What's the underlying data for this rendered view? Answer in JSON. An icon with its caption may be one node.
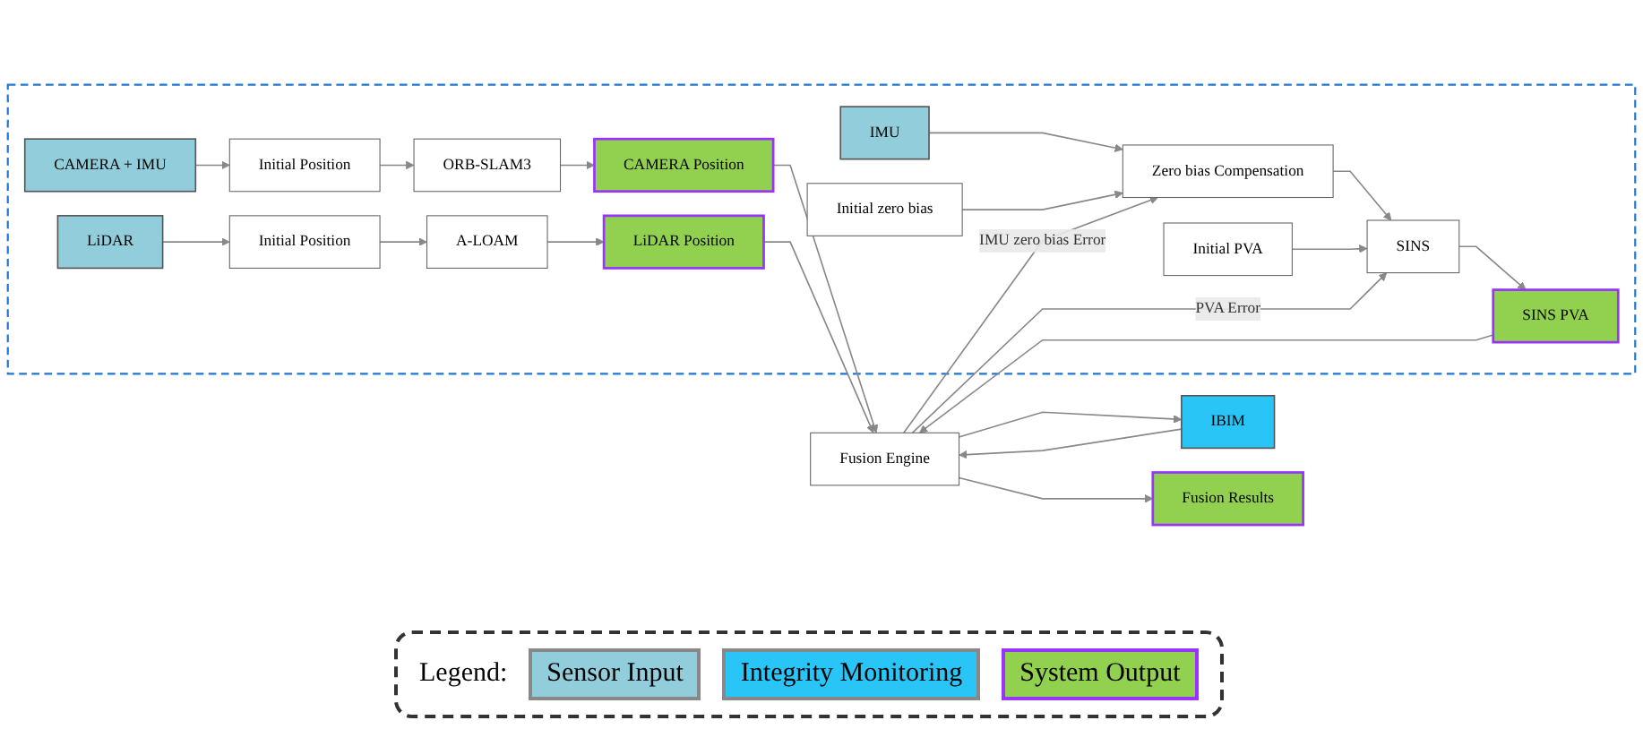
{
  "diagram": {
    "nodes": [
      {
        "text": [],
        "shape": "box"
      },
      {
        "text": [
          "CAMERA + IMU"
        ],
        "in": 0
      },
      {
        "text": [
          "Initial Position"
        ],
        "in": 0
      },
      {
        "text": [
          "ORB-SLAM3"
        ],
        "in": 0
      },
      {
        "text": [
          "CAMERA Position"
        ],
        "in": 0
      },
      {
        "text": [
          "LiDAR"
        ],
        "in": 0
      },
      {
        "text": [
          "Initial Position"
        ],
        "in": 0
      },
      {
        "text": [
          "A-LOAM"
        ],
        "in": 0
      },
      {
        "text": [
          "LiDAR Position"
        ],
        "in": 0
      },
      {
        "text": [
          "IMU"
        ],
        "in": 0
      },
      {
        "text": [
          "Zero bias Compensation"
        ],
        "in": 0
      },
      {
        "text": [
          "SINS"
        ],
        "in": 0
      },
      {
        "text": [
          "SINS  PVA"
        ],
        "in": 0
      },
      {
        "text": [
          "Initial zero bias"
        ],
        "in": 0
      },
      {
        "text": [
          "Initial PVA"
        ],
        "in": 0
      },
      {
        "text": [
          "IBIM"
        ]
      },
      {
        "text": [
          "Fusion Engine"
        ]
      },
      {
        "text": [
          "Fusion Results"
        ]
      }
    ],
    "edges": [
      {
        "from": 1,
        "to": 2,
        "arrow": "to"
      },
      {
        "from": 2,
        "to": 3,
        "arrow": "to"
      },
      {
        "from": 3,
        "to": 4,
        "arrow": "to"
      },
      {
        "from": 4,
        "to": 16,
        "arrow": "to"
      },
      {
        "from": 5,
        "to": 6,
        "arrow": "to"
      },
      {
        "from": 6,
        "to": 7,
        "arrow": "to"
      },
      {
        "from": 7,
        "to": 8,
        "arrow": "to"
      },
      {
        "from": 8,
        "to": 16,
        "arrow": "to"
      },
      {
        "from": 9,
        "to": 10,
        "arrow": "to"
      },
      {
        "from": 10,
        "to": 11,
        "arrow": "to"
      },
      {
        "from": 11,
        "to": 12,
        "arrow": "to"
      },
      {
        "from": 12,
        "to": 16,
        "arrow": "to"
      },
      {
        "from": 13,
        "to": 10,
        "arrow": "to"
      },
      {
        "from": 14,
        "to": 11,
        "arrow": "to"
      },
      {
        "from": 16,
        "to": 10,
        "label": "IMU zero bias Error",
        "arrow": "to"
      },
      {
        "from": 16,
        "to": 11,
        "label": "PVA Error",
        "arrow": "to"
      },
      {
        "from": 16,
        "to": 15,
        "arrow": "to"
      },
      {
        "from": 15,
        "to": 16,
        "arrow": "to"
      },
      {
        "from": 16,
        "to": 17,
        "arrow": "to"
      }
    ],
    "labels": [
      "Legend:"
    ],
    "legend": [
      {
        "text": "Sensor Input",
        "color": "#92cddc"
      },
      {
        "text": "Integrity Monitoring",
        "color": "#29c5f6"
      },
      {
        "text": "System Output",
        "color": "#92d050"
      }
    ]
  }
}
